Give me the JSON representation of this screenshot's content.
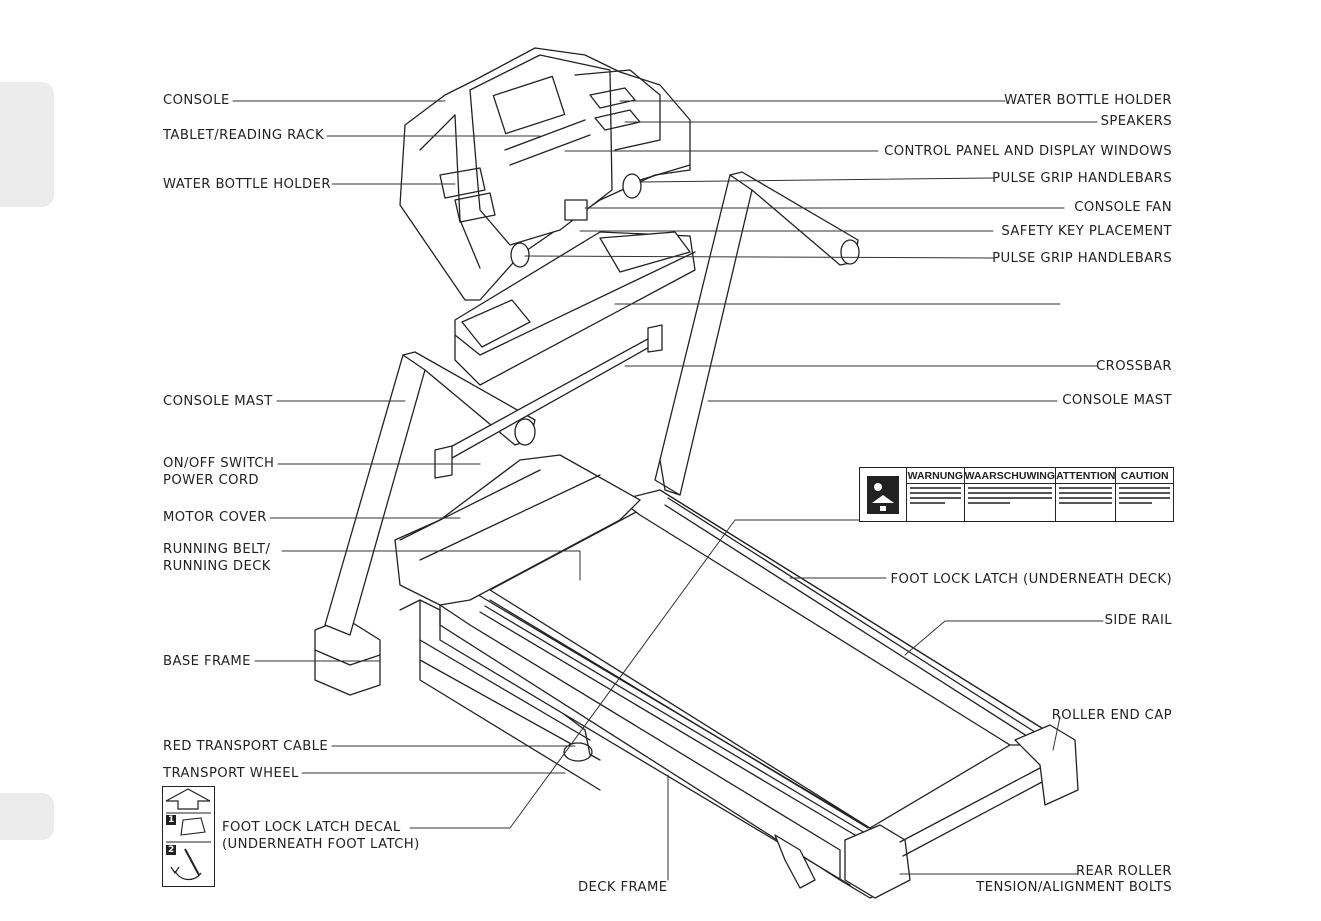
{
  "labels_left": {
    "console": "CONSOLE",
    "tablet_rack": "TABLET/READING RACK",
    "water_bottle_holder": "WATER BOTTLE HOLDER",
    "console_mast": "CONSOLE MAST",
    "onoff_switch": "ON/OFF SWITCH",
    "power_cord": "POWER CORD",
    "motor_cover": "MOTOR COVER",
    "running_belt": "RUNNING BELT/",
    "running_deck": "RUNNING DECK",
    "base_frame": "BASE FRAME",
    "red_transport_cable": "RED TRANSPORT CABLE",
    "transport_wheel": "TRANSPORT WHEEL",
    "foot_lock_decal_1": "FOOT LOCK LATCH DECAL",
    "foot_lock_decal_2": "(UNDERNEATH FOOT LATCH)",
    "deck_frame": "DECK FRAME"
  },
  "labels_right": {
    "water_bottle_holder": "WATER BOTTLE HOLDER",
    "speakers": "SPEAKERS",
    "control_panel": "CONTROL PANEL AND DISPLAY WINDOWS",
    "pulse_grip_1": "PULSE GRIP HANDLEBARS",
    "console_fan": "CONSOLE FAN",
    "safety_key": "SAFETY KEY PLACEMENT",
    "pulse_grip_2": "PULSE GRIP HANDLEBARS",
    "crossbar": "CROSSBAR",
    "console_mast": "CONSOLE MAST",
    "foot_lock_latch": "FOOT LOCK LATCH (UNDERNEATH DECK)",
    "side_rail": "SIDE RAIL",
    "roller_end_cap": "ROLLER END CAP",
    "rear_roller_1": "REAR ROLLER",
    "rear_roller_2": "TENSION/ALIGNMENT BOLTS"
  },
  "warning_label": {
    "headers": [
      "WARNUNG",
      "WAARSCHUWING",
      "ATTENTION",
      "CAUTION"
    ]
  },
  "decal_steps": [
    "1",
    "2"
  ]
}
